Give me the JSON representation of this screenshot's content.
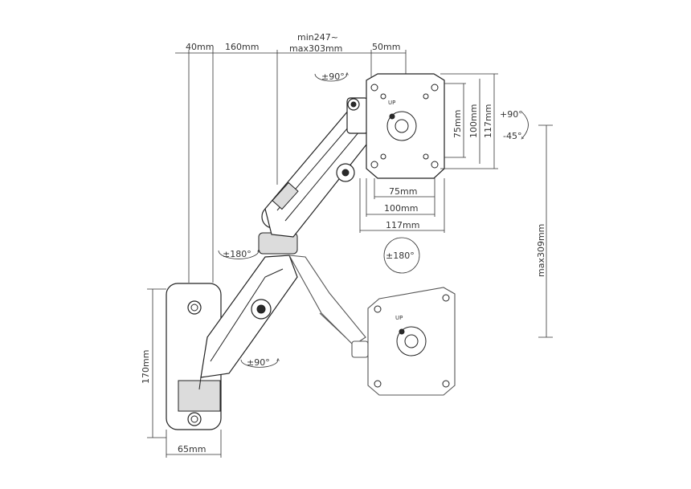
{
  "dimensions": {
    "top_40": "40mm",
    "top_160": "160mm",
    "top_min": "min247~",
    "top_max": "max303mm",
    "top_50": "50mm",
    "right_75": "75mm",
    "right_100": "100mm",
    "right_117": "117mm",
    "bottom_75": "75mm",
    "bottom_100": "100mm",
    "bottom_117": "117mm",
    "height_309": "max309mm",
    "height_170": "170mm",
    "width_65": "65mm"
  },
  "rotations": {
    "rot_top": "±90°",
    "rot_mid": "±180°",
    "rot_plate": "±180°",
    "rot_bottom": "±90°",
    "tilt_up": "+90°",
    "tilt_down": "-45°"
  },
  "plate_marks": {
    "up_main": "UP",
    "up_ghost": "UP"
  },
  "colors": {
    "line": "#222222",
    "shade": "#dcdcdc",
    "dark": "#2a2a2a"
  }
}
